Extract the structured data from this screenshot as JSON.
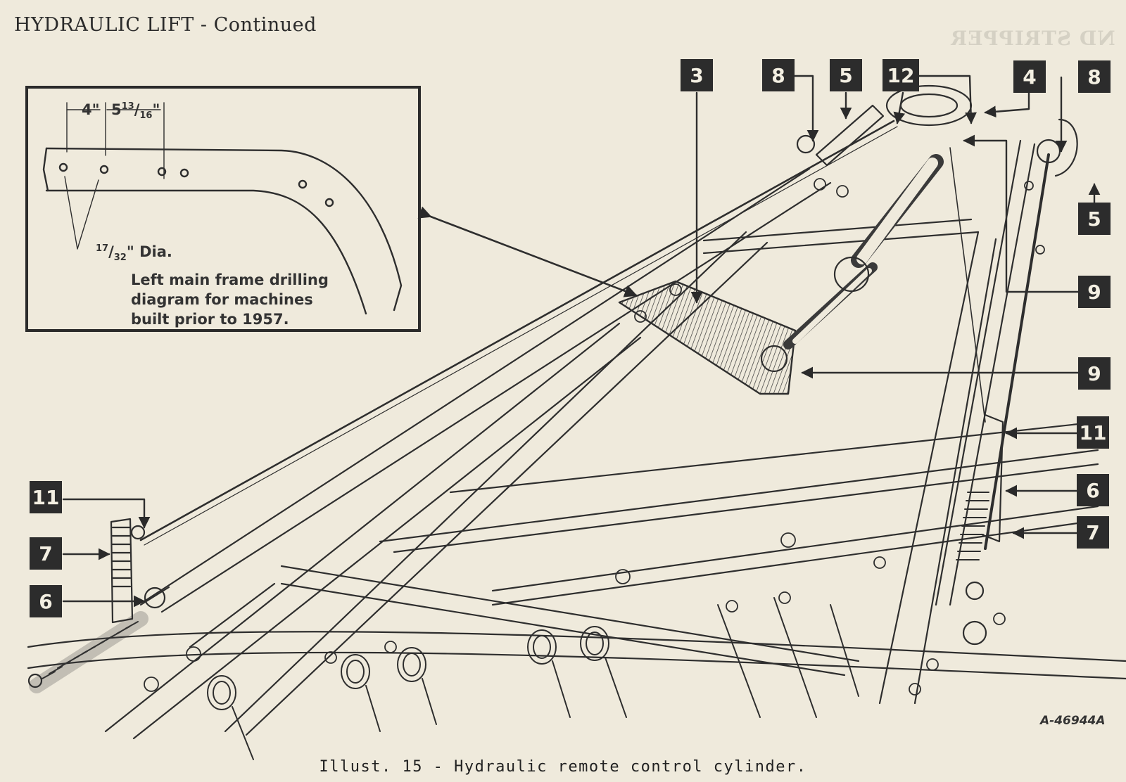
{
  "page": {
    "heading": "HYDRAULIC LIFT - Continued",
    "bleed_heading": "ND STRIPPER"
  },
  "inset": {
    "dim_1": "4\"",
    "dim_2": "5",
    "dim_2_num": "13",
    "dim_2_den": "16",
    "dim_2_unit": "\"",
    "hole_num": "17",
    "hole_den": "32",
    "hole_label": "\" Dia.",
    "note_lines": [
      "Left main frame drilling",
      "diagram for machines",
      "built prior to 1957."
    ]
  },
  "callouts": [
    {
      "id": "c3",
      "label": "3"
    },
    {
      "id": "c8a",
      "label": "8"
    },
    {
      "id": "c5a",
      "label": "5"
    },
    {
      "id": "c12",
      "label": "12"
    },
    {
      "id": "c4",
      "label": "4"
    },
    {
      "id": "c8b",
      "label": "8"
    },
    {
      "id": "c5b",
      "label": "5"
    },
    {
      "id": "c9a",
      "label": "9"
    },
    {
      "id": "c9b",
      "label": "9"
    },
    {
      "id": "c11a",
      "label": "11"
    },
    {
      "id": "c6a",
      "label": "6"
    },
    {
      "id": "c7a",
      "label": "7"
    },
    {
      "id": "c11b",
      "label": "11"
    },
    {
      "id": "c7b",
      "label": "7"
    },
    {
      "id": "c6b",
      "label": "6"
    }
  ],
  "part_number": "A-46944A",
  "figure_caption": "Illust. 15 - Hydraulic remote control cylinder."
}
